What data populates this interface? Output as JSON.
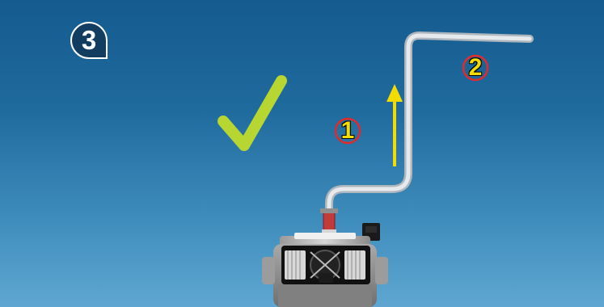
{
  "step": {
    "number": "3",
    "badge_color": "#123d61"
  },
  "markers": [
    {
      "label": "1"
    },
    {
      "label": "2"
    }
  ],
  "colors": {
    "check": "#b8d631",
    "arrow": "#f4dc00",
    "pipe": "#d9dee3",
    "marker_ring": "#e12b2b",
    "marker_text": "#f4dc00"
  },
  "icons": {
    "check": "checkmark-icon",
    "direction": "up-arrow-icon"
  }
}
